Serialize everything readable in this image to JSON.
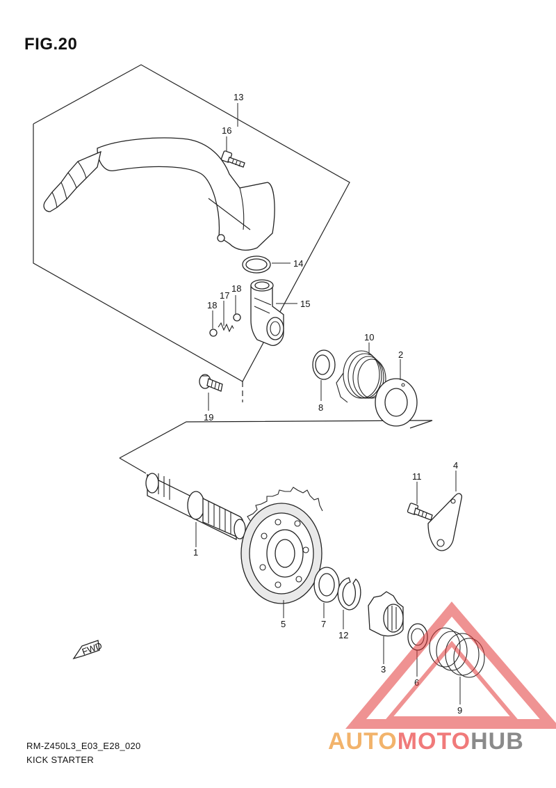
{
  "figure": {
    "title": "FIG.20",
    "code": "RM-Z450L3_E03_E28_020",
    "name": "KICK STARTER",
    "fwd_label": "FWD"
  },
  "callouts": [
    "1",
    "2",
    "3",
    "4",
    "5",
    "6",
    "7",
    "8",
    "9",
    "10",
    "11",
    "12",
    "13",
    "14",
    "15",
    "16",
    "17",
    "18",
    "18",
    "19"
  ],
  "watermark": {
    "part1": "AUTO",
    "part2": "MOTO",
    "part3": "HUB",
    "color1": "#f2b36b",
    "color2": "#f07a7a",
    "color3": "#8a8a8a",
    "triangle_color": "#e23a3a"
  }
}
